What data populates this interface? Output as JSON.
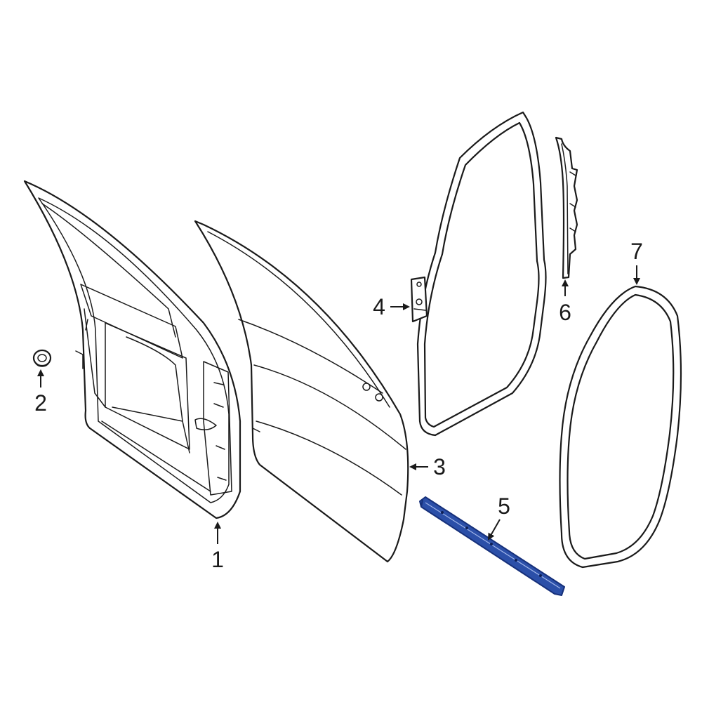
{
  "colors": {
    "line": "#1a1a1a",
    "highlight": "#2b4fa8",
    "highlight_dark": "#16307a",
    "background": "#ffffff"
  },
  "callouts": [
    {
      "number": "1",
      "part": "door-shell"
    },
    {
      "number": "2",
      "part": "plug"
    },
    {
      "number": "3",
      "part": "outer-panel"
    },
    {
      "number": "4",
      "part": "weatherstrip-on-door"
    },
    {
      "number": "5",
      "part": "lower-seal"
    },
    {
      "number": "6",
      "part": "rear-seal"
    },
    {
      "number": "7",
      "part": "body-weatherstrip"
    }
  ]
}
